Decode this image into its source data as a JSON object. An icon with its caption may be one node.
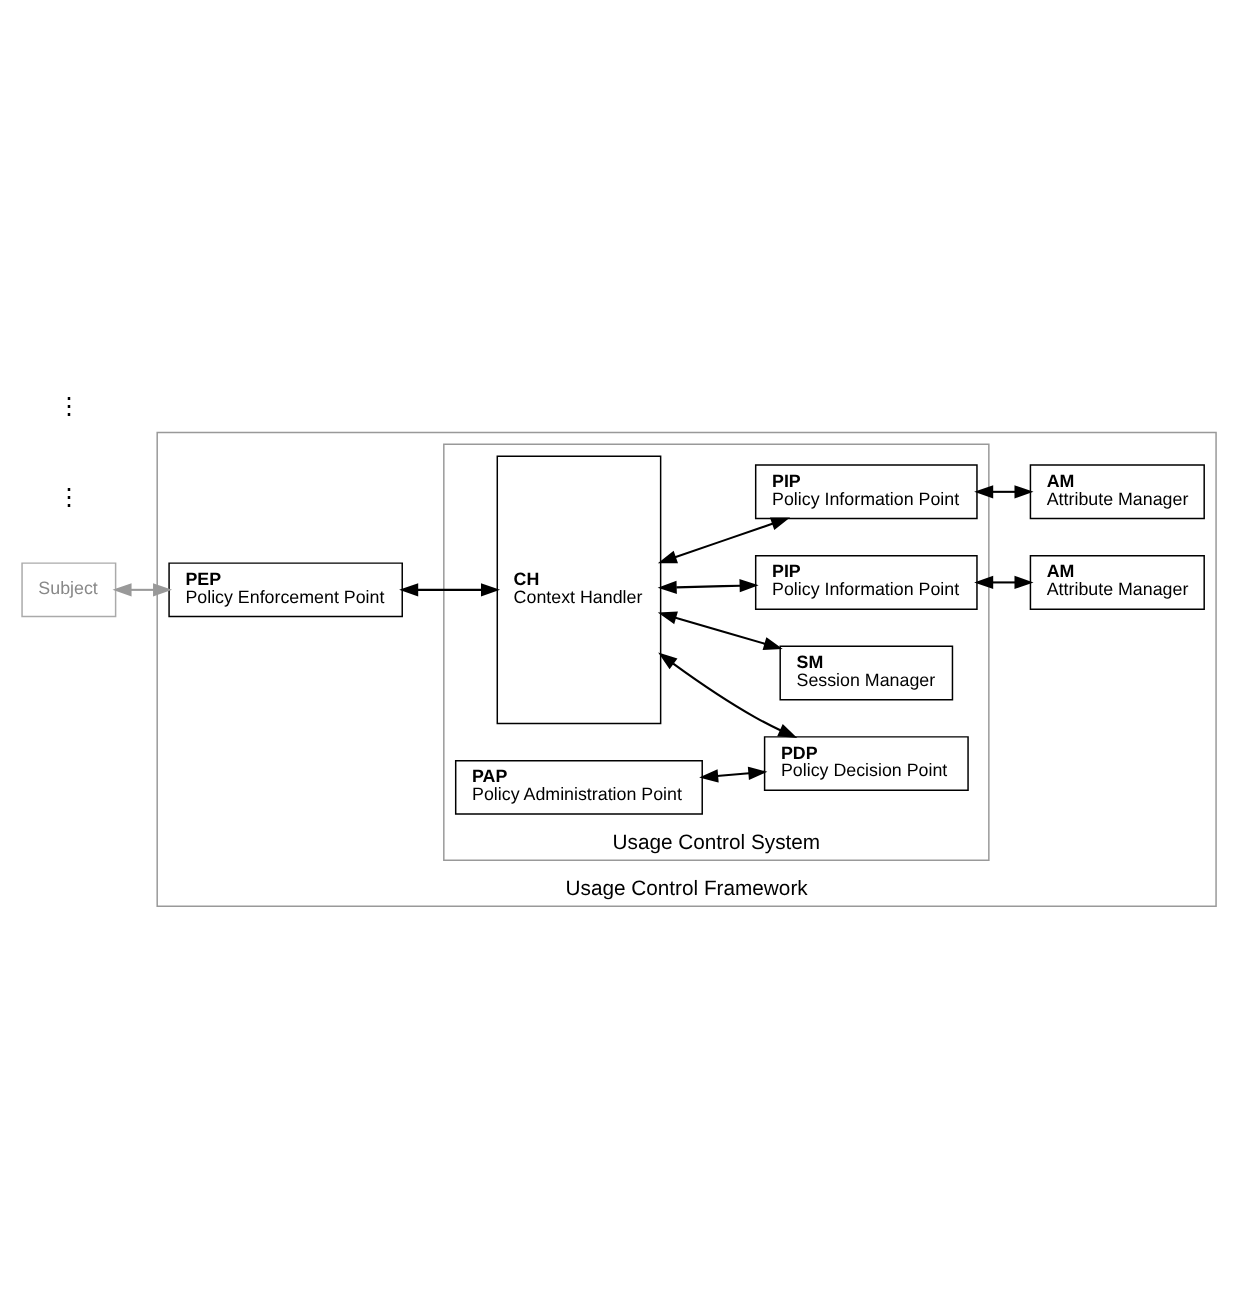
{
  "diagram": {
    "nodes": [
      {
        "text": [
          "Subject"
        ]
      },
      {
        "text": [
          "Usage Control Framework"
        ]
      },
      {
        "text": [
          "PEP",
          "Policy Enforcement Point"
        ],
        "in": 1
      },
      {
        "text": [
          "Usage Control System"
        ],
        "in": 1
      },
      {
        "text": [
          "CH",
          "Context Handler"
        ],
        "in": 3
      },
      {
        "text": [
          "PDP",
          "Policy Decision Point"
        ],
        "in": 3
      },
      {
        "text": [
          "PAP",
          "Policy Administration Point"
        ],
        "in": 3
      },
      {
        "text": [
          "SM",
          "Session Manager"
        ],
        "in": 3
      },
      {
        "text": [
          "PIP",
          "Policy Information Point"
        ],
        "in": 3
      },
      {
        "text": [
          "PIP",
          "Policy Information Point"
        ],
        "in": 3
      },
      {
        "text": [
          "AM",
          "Attribute Manager"
        ],
        "in": 1
      },
      {
        "text": [
          "AM",
          "Attribute Manager"
        ],
        "in": 1
      }
    ],
    "edges": [
      {
        "from": 0,
        "to": 2,
        "arrow": "both",
        "color": "#999999"
      },
      {
        "from": 2,
        "to": 4,
        "arrow": "both"
      },
      {
        "from": 4,
        "to": 5,
        "arrow": "both"
      },
      {
        "from": 5,
        "to": 6,
        "arrow": "both"
      },
      {
        "from": 4,
        "to": 7,
        "arrow": "both"
      },
      {
        "from": 4,
        "to": 8,
        "arrow": "both"
      },
      {
        "from": 4,
        "to": 9,
        "arrow": "both"
      },
      {
        "from": 8,
        "to": 10,
        "arrow": "both"
      },
      {
        "from": 9,
        "to": 11,
        "arrow": "both"
      }
    ],
    "labels": [
      "⋮",
      "⋮"
    ]
  }
}
